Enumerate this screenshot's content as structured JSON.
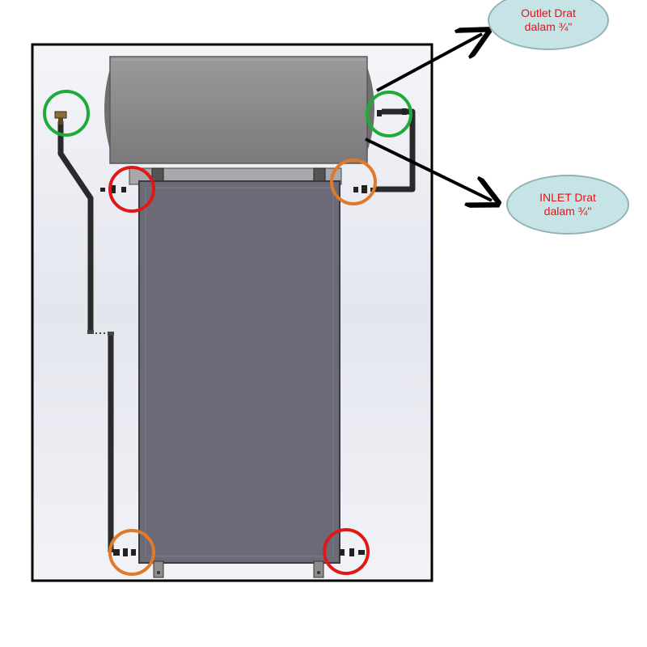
{
  "callouts": {
    "outlet": {
      "line1": "Outlet Drat",
      "line2": "dalam ¾\""
    },
    "inlet": {
      "line1": "INLET Drat",
      "line2": "dalam ¾\""
    }
  },
  "colors": {
    "tank": "#8a8a8a",
    "panel": "#6b6b78",
    "pipe": "#2a2a2a",
    "circle_green": "#1faa3a",
    "circle_red": "#e01818",
    "circle_orange": "#e07a2a",
    "callout_fill": "#c6e4e6",
    "callout_text": "#e0141b"
  },
  "markers": [
    {
      "id": "top-left-fitting",
      "color": "green"
    },
    {
      "id": "tank-right-fitting",
      "color": "green"
    },
    {
      "id": "panel-top-left-port",
      "color": "red"
    },
    {
      "id": "panel-top-right-port",
      "color": "orange"
    },
    {
      "id": "panel-bottom-left-port",
      "color": "orange"
    },
    {
      "id": "panel-bottom-right-port",
      "color": "red"
    }
  ]
}
